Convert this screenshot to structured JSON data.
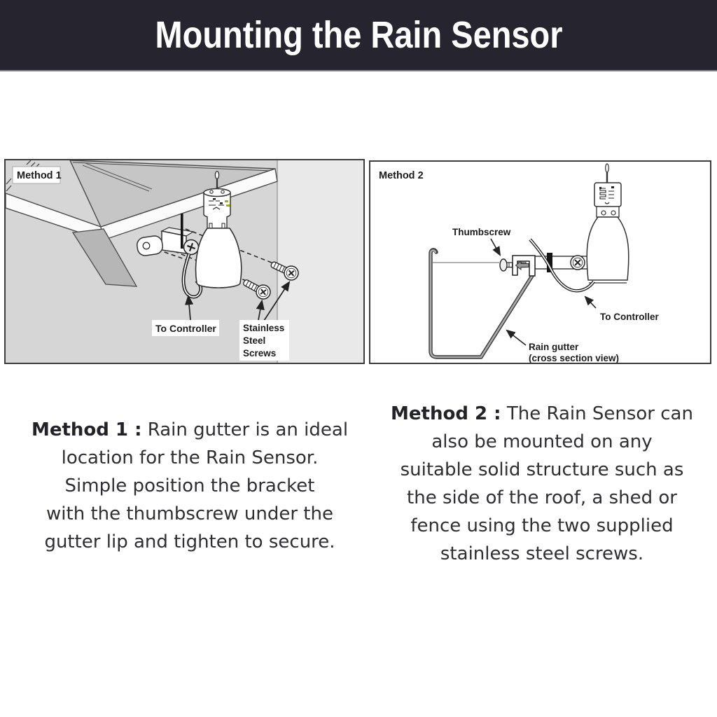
{
  "header": {
    "title": "Mounting the Rain Sensor"
  },
  "colors": {
    "header_bg": "#26242e",
    "header_text": "#ffffff",
    "panel1_bg": "#d6d6d6",
    "panel1_light_strip": "#e9e9e9",
    "panel_border": "#3c3c3c",
    "diagram_line": "#222222",
    "caption_text": "#2e2e33"
  },
  "panel1": {
    "label": "Method 1",
    "to_controller_label": "To Controller",
    "screws_label_lines": [
      "Stainless",
      "Steel",
      "Screws"
    ]
  },
  "panel2": {
    "label": "Method 2",
    "thumbscrew_label": "Thumbscrew",
    "to_controller_label": "To Controller",
    "rain_gutter_label_line1": "Rain gutter",
    "rain_gutter_label_line2": "(cross section view)"
  },
  "captions": {
    "method1": {
      "prefix": "Method 1 :",
      "lines": [
        "Rain gutter is an ideal",
        "location for the Rain Sensor.",
        "Simple position the bracket",
        "with the thumbscrew under the",
        "gutter lip and tighten to secure."
      ]
    },
    "method2": {
      "prefix": "Method 2 :",
      "lines": [
        "The Rain Sensor can",
        "also be mounted on any",
        "suitable solid structure such as",
        "the side of the roof, a shed or",
        "fence using the two supplied",
        "stainless steel screws."
      ]
    }
  }
}
